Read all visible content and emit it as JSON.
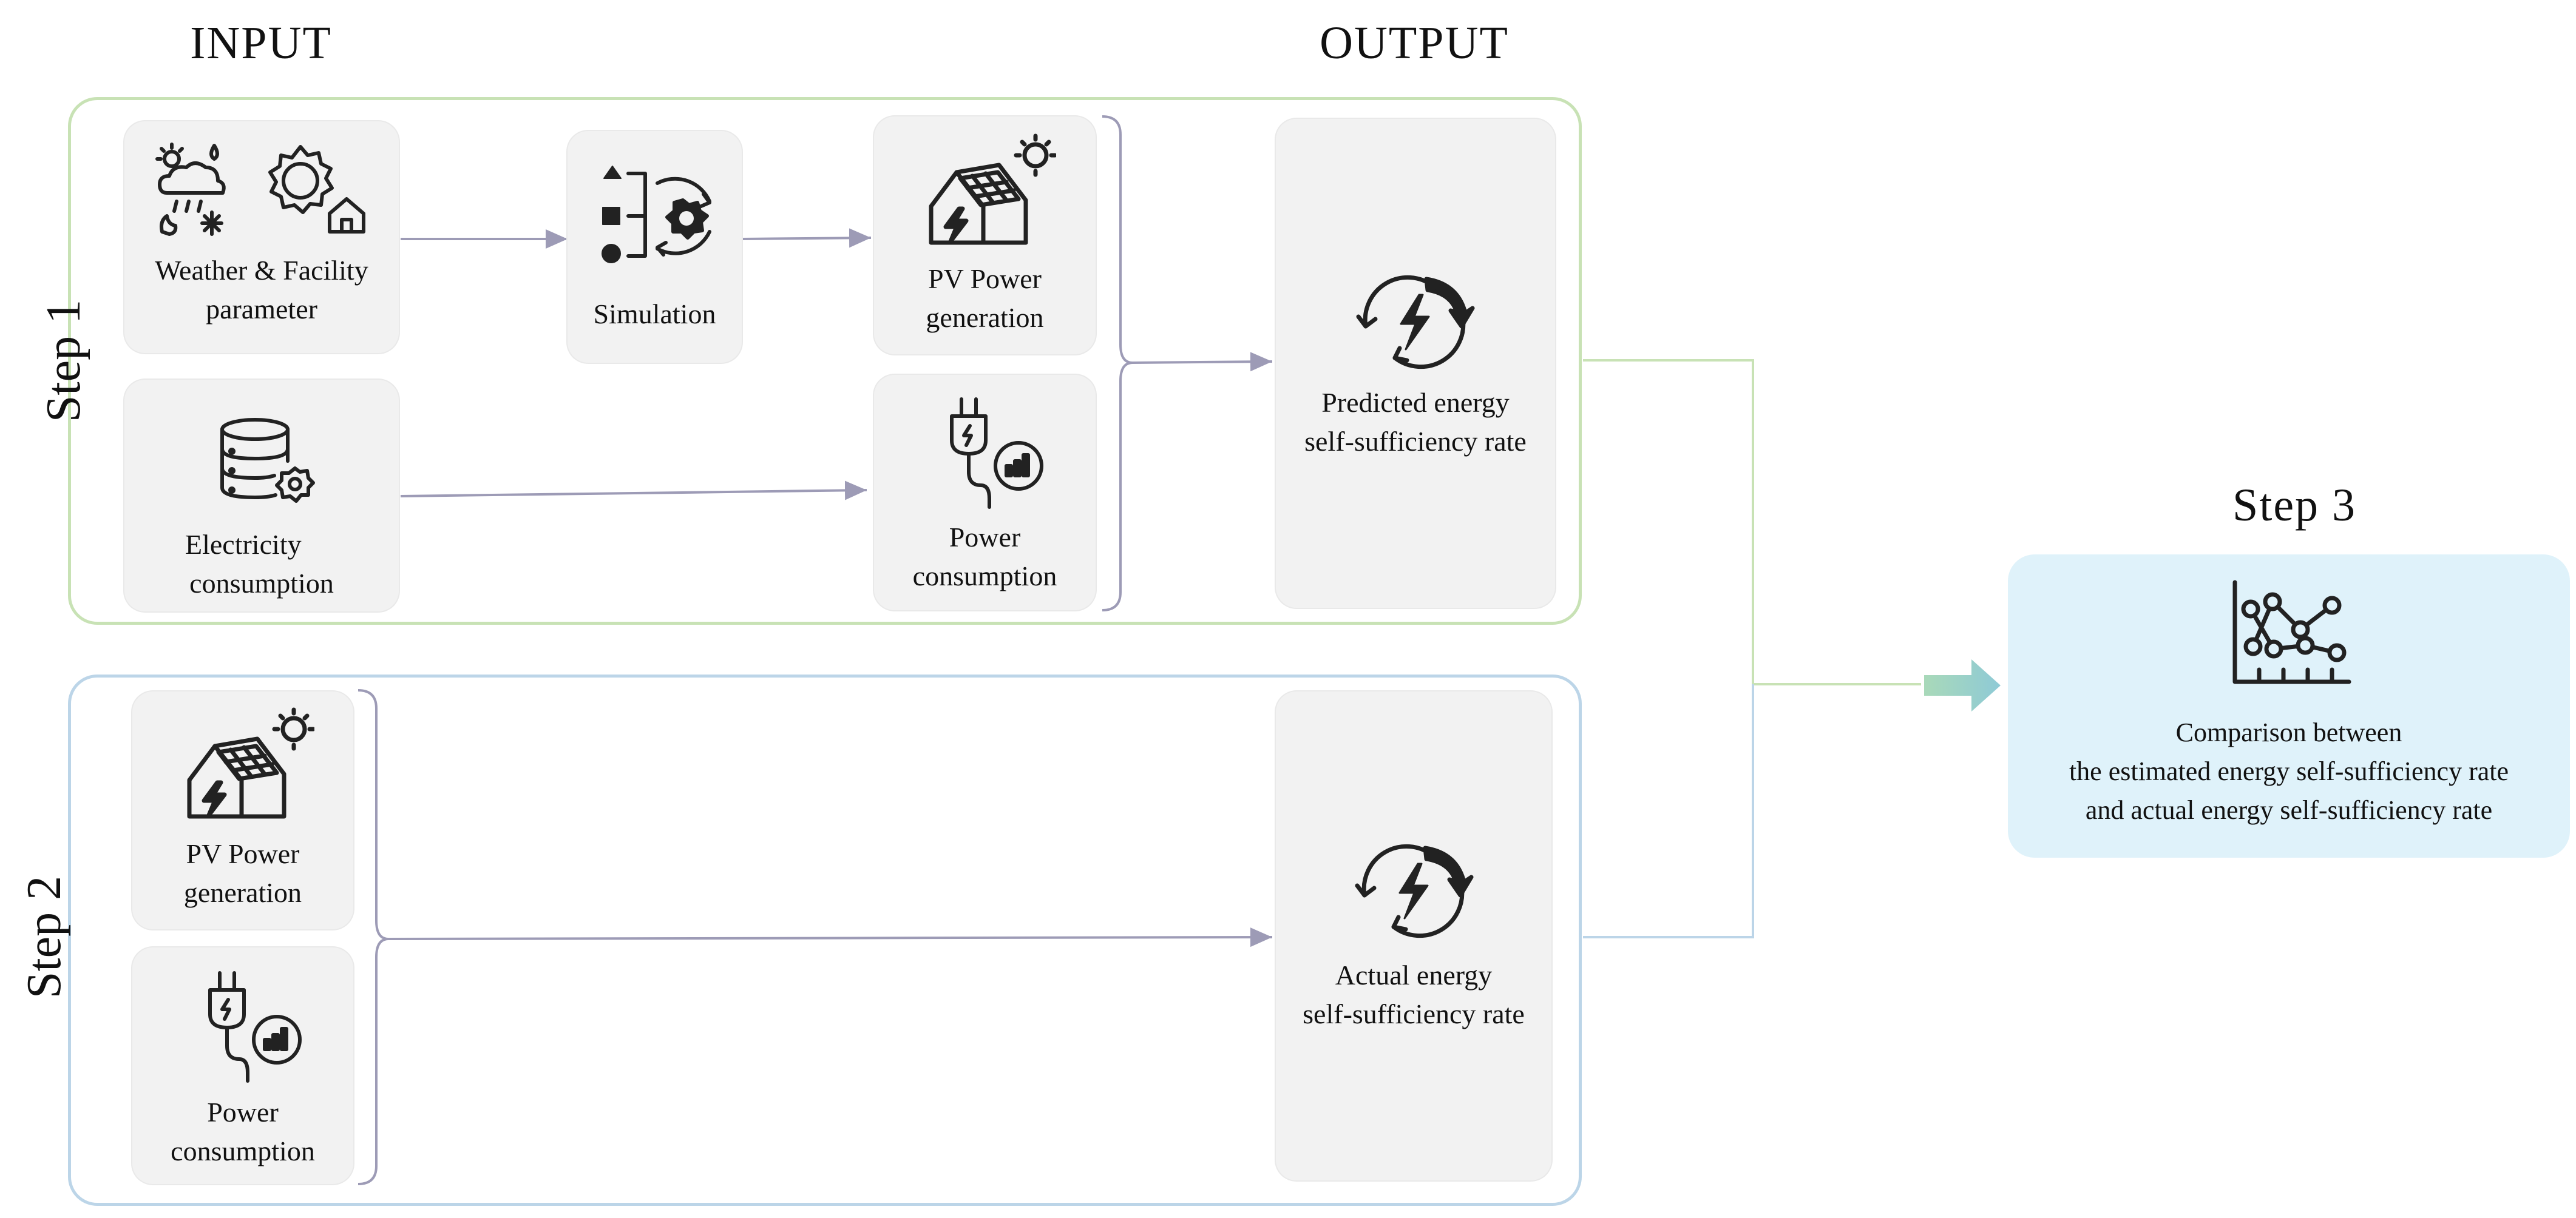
{
  "headers": {
    "input": "INPUT",
    "output": "OUTPUT"
  },
  "steps": {
    "step1": "Step 1",
    "step2": "Step 2",
    "step3": "Step 3"
  },
  "step1": {
    "weather": {
      "line1": "Weather & Facility",
      "line2": "parameter",
      "icon": "weather-and-gear-icon"
    },
    "simulation": {
      "label": "Simulation",
      "icon": "simulation-icon"
    },
    "pv": {
      "line1": "PV Power",
      "line2": "generation",
      "icon": "solar-house-icon"
    },
    "electricity": {
      "line1": "Electricity",
      "line2": "consumption",
      "icon": "database-gear-icon"
    },
    "power": {
      "line1": "Power",
      "line2": "consumption",
      "icon": "plug-chart-icon"
    },
    "predicted": {
      "line1": "Predicted energy",
      "line2": "self-sufficiency rate",
      "icon": "energy-cycle-icon"
    }
  },
  "step2": {
    "pv": {
      "line1": "PV Power",
      "line2": "generation",
      "icon": "solar-house-icon"
    },
    "power": {
      "line1": "Power",
      "line2": "consumption",
      "icon": "plug-chart-icon"
    },
    "actual": {
      "line1": "Actual energy",
      "line2": "self-sufficiency rate",
      "icon": "energy-cycle-icon"
    }
  },
  "step3": {
    "line1": "Comparison between",
    "line2": "the estimated energy self-sufficiency rate",
    "line3": "and actual energy self-sufficiency rate",
    "icon": "line-chart-icon"
  },
  "colors": {
    "step1_frame": "#c8e2b5",
    "step2_frame": "#bcd5e8",
    "arrow": "#9d9bb6",
    "connector_green": "#c8e2b5",
    "connector_blue": "#bcd5e8",
    "step3_bg": "#dff2fa"
  }
}
